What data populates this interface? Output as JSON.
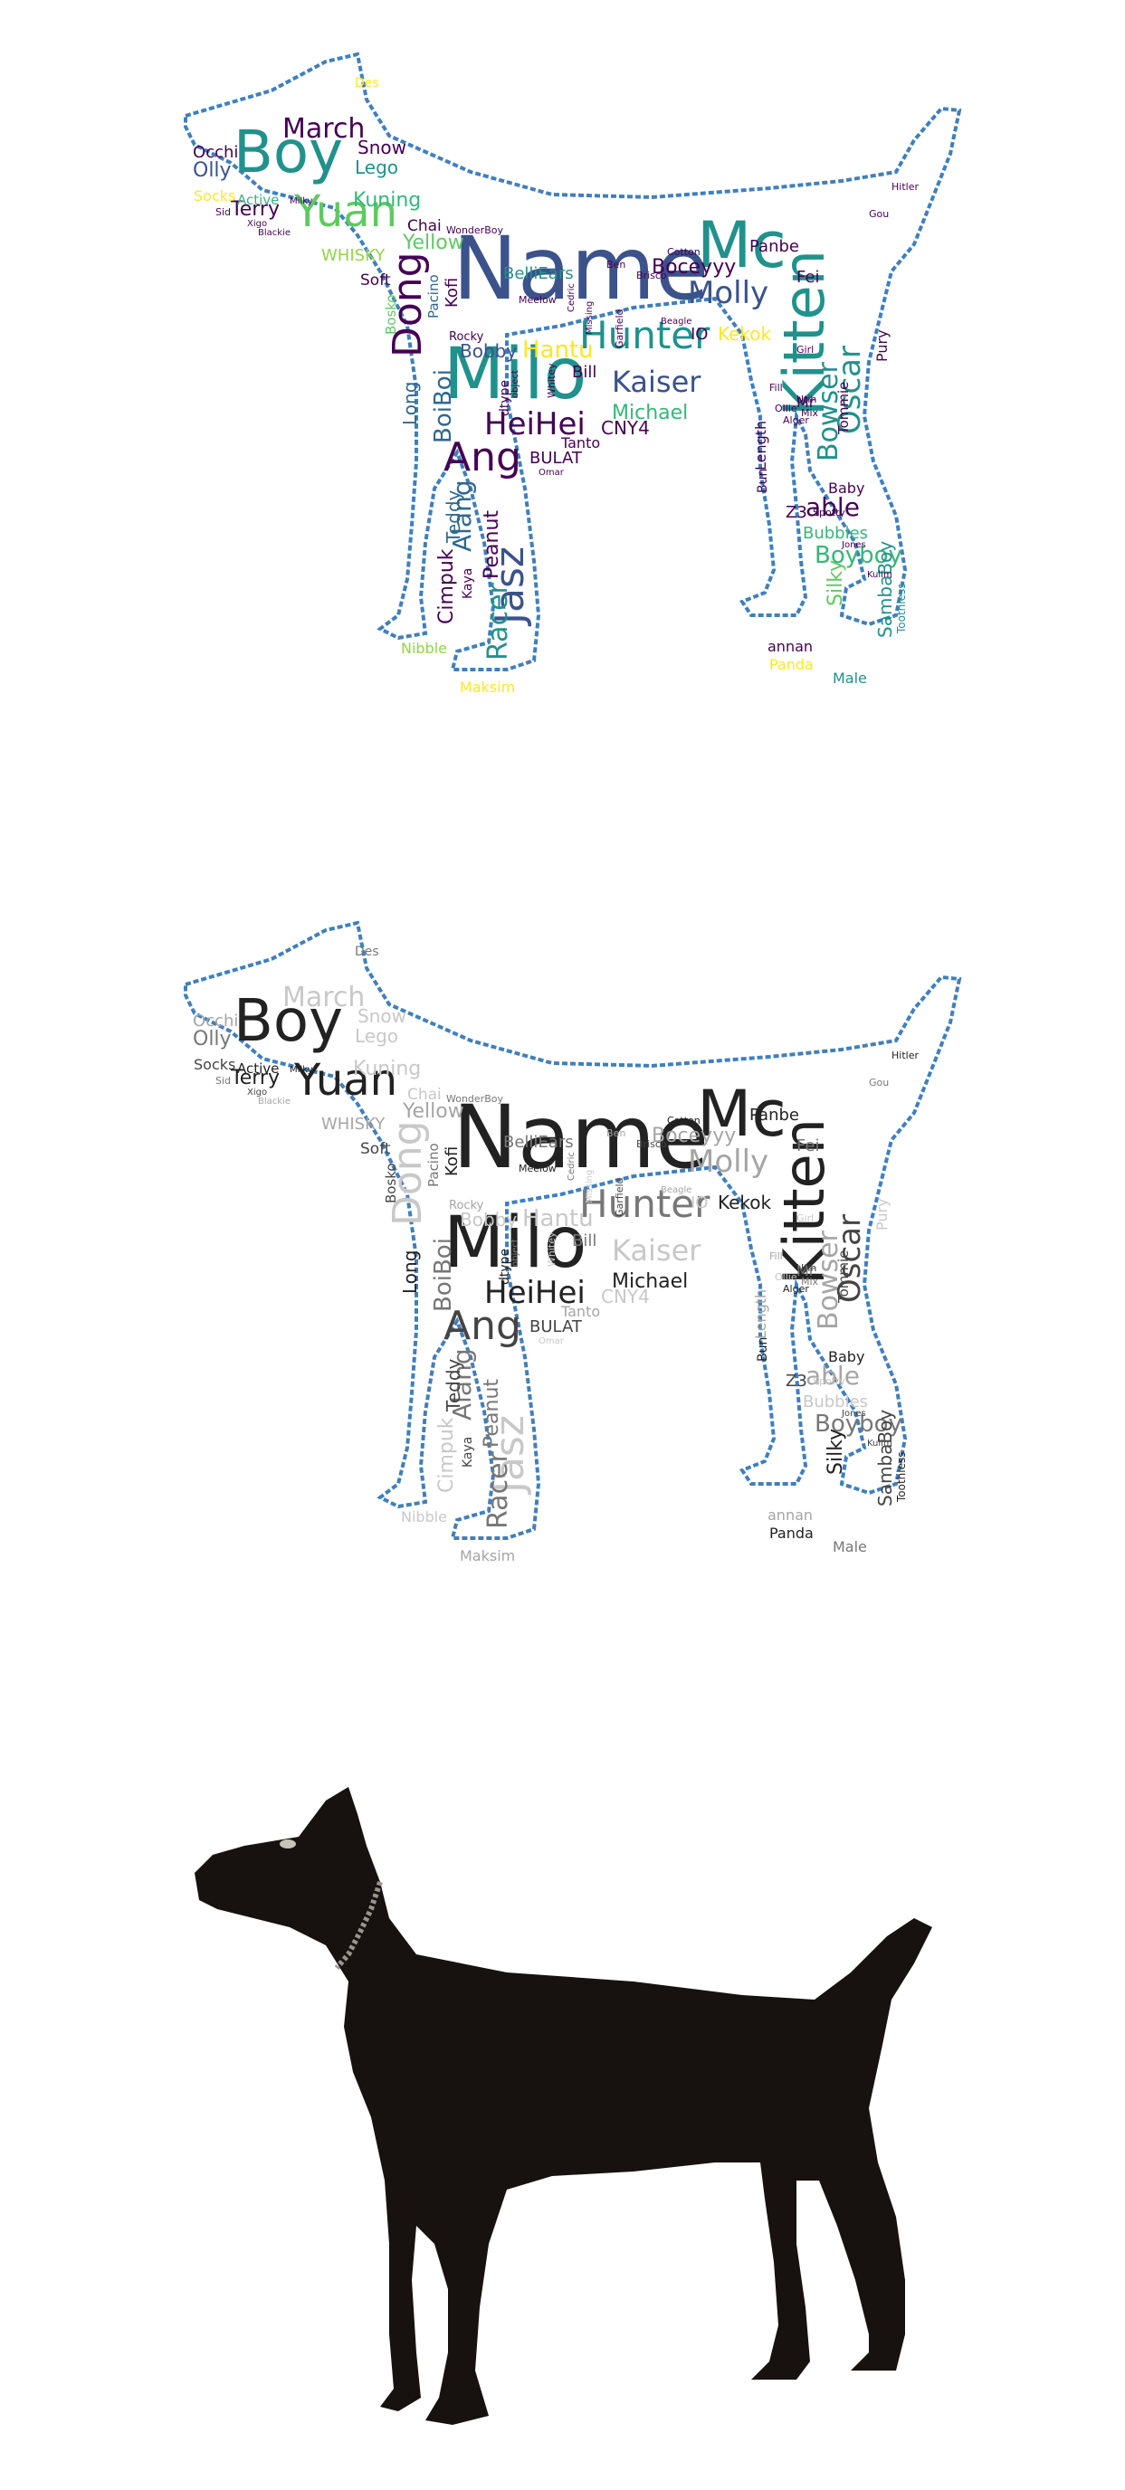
{
  "palette": {
    "viridis": [
      "#440154",
      "#3b528b",
      "#21918c",
      "#5ec962",
      "#fde725",
      "#31688e",
      "#35b779",
      "#90d743"
    ],
    "gray": [
      "#222222",
      "#444444",
      "#777777",
      "#a5a5a5",
      "#c8c8c8"
    ],
    "outline": "#3f7fbf",
    "dog_fill": "#17120f"
  },
  "words": [
    "Name",
    "Mc",
    "Kitten",
    "Milo",
    "Boy",
    "Hunter",
    "Yuan",
    "Dong",
    "Ang",
    "Jasz",
    "HeiHei",
    "Molly",
    "Oscar",
    "Bowser",
    "Kaiser",
    "Racer",
    "Alang",
    "March",
    "Boyboy",
    "able",
    "Hantu",
    "BoiBoi",
    "Michael",
    "Kekok",
    "Bobby",
    "Long",
    "Peanut",
    "Cimpuk",
    "Teddy",
    "Kuning",
    "Yellow",
    "Lego",
    "Snow",
    "Olly",
    "Occhi",
    "Terry",
    "Socks",
    "Active",
    "Soft",
    "Bosko",
    "Kofi",
    "Pacino",
    "Chai",
    "WHISKY",
    "Boceyyy",
    "BelliEars",
    "Bill",
    "CNY4",
    "BULAT",
    "Tanto",
    "Panbe",
    "Fei",
    "IO",
    "Z3",
    "Bubbles",
    "Baby",
    "Silky",
    "SambaBoy",
    "Panda",
    "annan",
    "Male",
    "Nibble",
    "Maksim",
    "Kaya",
    "Des",
    "Hitler",
    "Gou",
    "Pury",
    "Tommie",
    "Length",
    "Bun",
    "Mr",
    "Spotty",
    "Jones",
    "Rocky",
    "dtype",
    "object",
    "Whitey",
    "Garfield",
    "Beagle",
    "Meelow",
    "Cedric",
    "Missing",
    "Brisco",
    "Ben",
    "Cotton",
    "WonderBoy",
    "Girl",
    "Utih",
    "Fill",
    "Alger",
    "Mix",
    "Ollie",
    "Xigo",
    "Blackie",
    "Milky",
    "Sid",
    "Omar",
    "Kulim",
    "Toothless"
  ]
}
